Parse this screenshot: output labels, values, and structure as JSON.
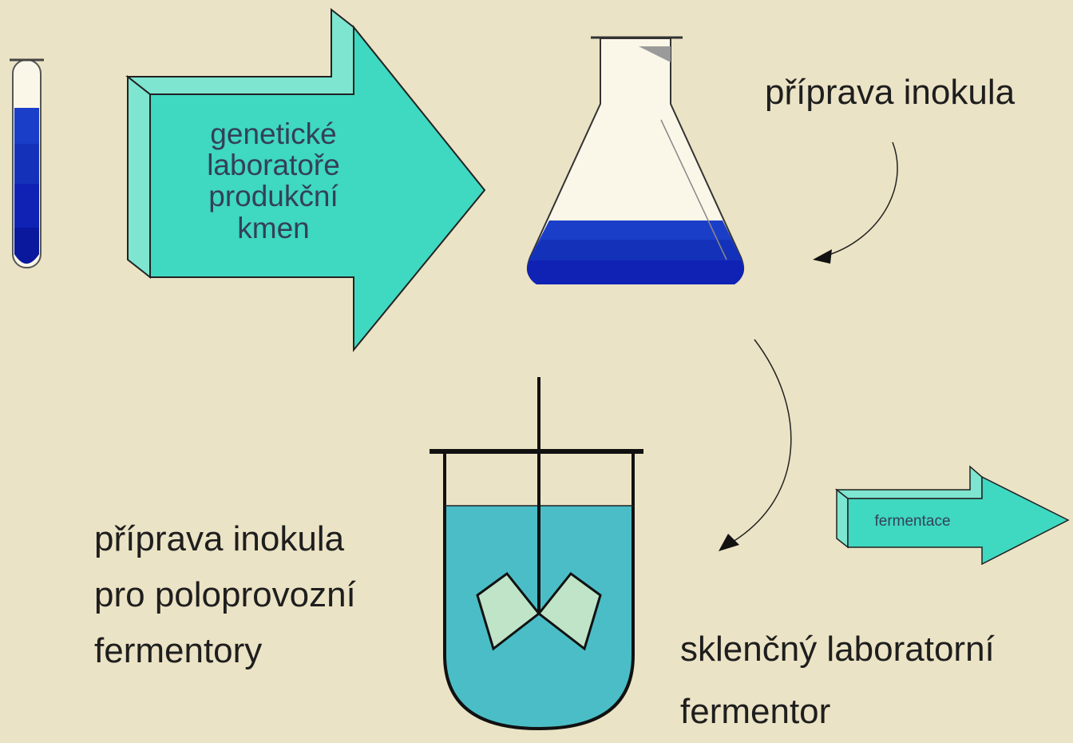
{
  "big_arrow": {
    "lines": [
      "genetické",
      "laboratoře",
      "produkční",
      "kmen"
    ]
  },
  "small_arrow": {
    "label": "fermentace"
  },
  "labels": {
    "top_right": "příprava inokula",
    "bottom_left": [
      "příprava inokula",
      "pro poloprovozní",
      "fermentory"
    ],
    "bottom_right": [
      "sklenčný laboratorní",
      "fermentor"
    ]
  },
  "colors": {
    "background": "#ebe3c5",
    "arrow_face": "#3fd8c0",
    "arrow_side": "#7ee5d0",
    "medium_dark": "#0f22b4",
    "medium_mid": "#1b3ec8",
    "medium_light": "#2a5ad6",
    "fermentor_liquid": "#4bbdc6",
    "impeller": "#bfe4c8"
  }
}
